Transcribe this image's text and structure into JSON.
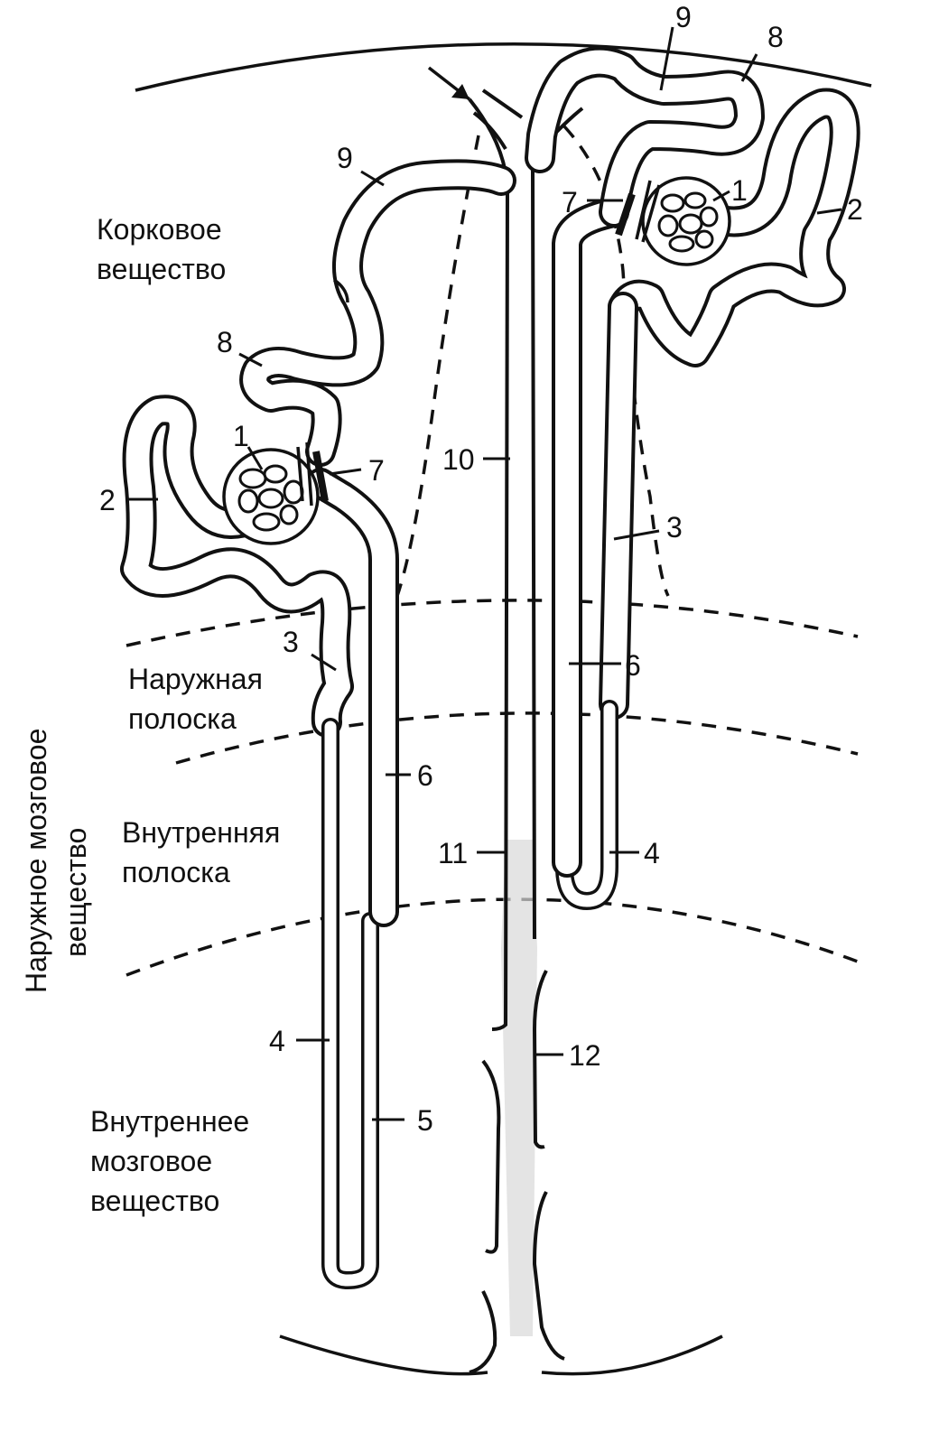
{
  "regions": {
    "cortex": [
      "Корковое",
      "вещество"
    ],
    "outer_stripe": [
      "Наружная",
      "полоска"
    ],
    "inner_stripe": [
      "Внутренняя",
      "полоска"
    ],
    "inner_medulla": [
      "Внутреннее",
      "мозговое",
      "вещество"
    ],
    "outer_medulla_vertical": [
      "Наружное мозговое",
      "вещество"
    ]
  },
  "labels": {
    "n1": "1",
    "n2": "2",
    "n3": "3",
    "n4": "4",
    "n5": "5",
    "n6": "6",
    "n7": "7",
    "n8": "8",
    "n9": "9",
    "n10": "10",
    "n11": "11",
    "n12": "12"
  }
}
